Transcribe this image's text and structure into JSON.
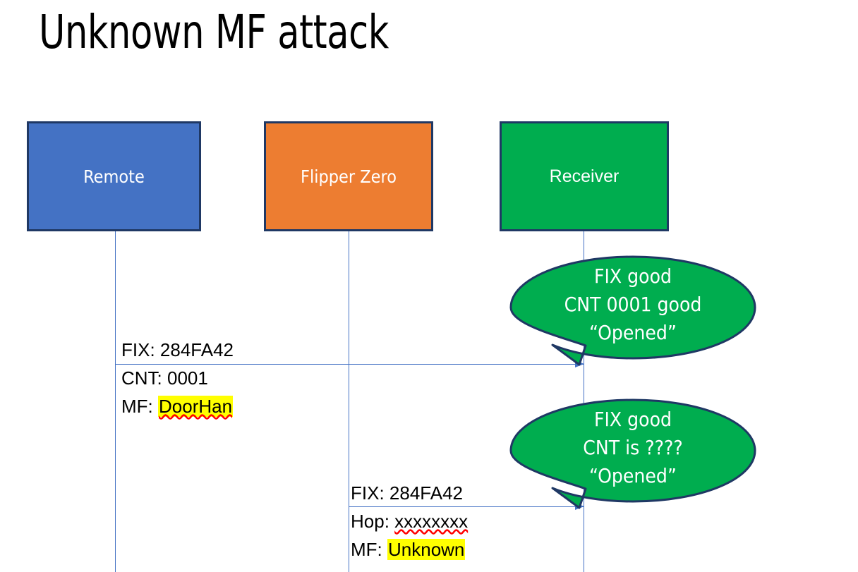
{
  "slide": {
    "title": "Unknown MF attack",
    "background": "#ffffff"
  },
  "colors": {
    "remote_fill": "#4472C4",
    "flipper_fill": "#ED7D31",
    "receiver_fill": "#00AD4F",
    "box_border": "#1F3864",
    "lifeline": "#4472C4",
    "highlight": "#FFFF00",
    "spellcheck_underline": "#FF0000",
    "text_dark": "#000000",
    "text_light": "#FFFFFF"
  },
  "actors": [
    {
      "id": "remote",
      "label": "Remote"
    },
    {
      "id": "flipper",
      "label": "Flipper Zero"
    },
    {
      "id": "receiver",
      "label": "Receiver"
    }
  ],
  "messages": [
    {
      "id": "msg-1",
      "from": "remote",
      "to": "receiver",
      "lines": [
        {
          "prefix": "FIX: ",
          "value": "284FA42",
          "highlight": false,
          "squiggle": false
        },
        {
          "prefix": "CNT: ",
          "value": "0001",
          "highlight": false,
          "squiggle": false
        },
        {
          "prefix": "MF: ",
          "value": "DoorHan",
          "highlight": true,
          "squiggle": true
        }
      ]
    },
    {
      "id": "msg-2",
      "from": "flipper",
      "to": "receiver",
      "lines": [
        {
          "prefix": "FIX: ",
          "value": "284FA42",
          "highlight": false,
          "squiggle": false
        },
        {
          "prefix": "Hop: ",
          "value": "xxxxxxxx",
          "highlight": false,
          "squiggle": true
        },
        {
          "prefix": "MF: ",
          "value": "Unknown",
          "highlight": true,
          "squiggle": false
        }
      ]
    }
  ],
  "callouts": [
    {
      "id": "callout-1",
      "anchor": "msg-1",
      "lines": [
        "FIX good",
        "CNT 0001 good",
        "“Opened”"
      ]
    },
    {
      "id": "callout-2",
      "anchor": "msg-2",
      "lines": [
        "FIX good",
        "CNT is ????",
        "“Opened”"
      ]
    }
  ]
}
